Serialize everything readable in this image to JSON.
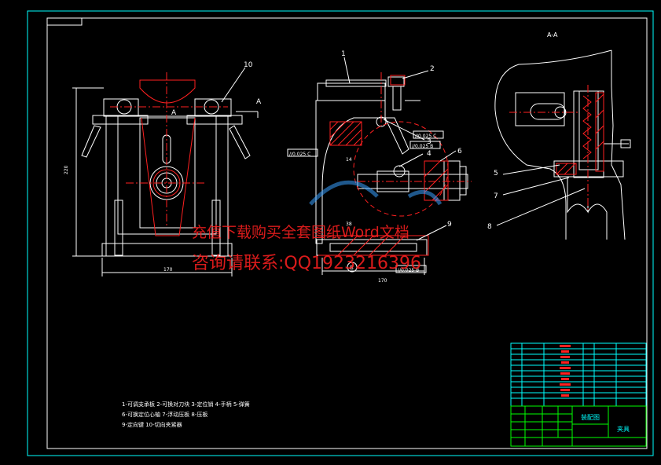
{
  "colors": {
    "background": "#000000",
    "frame": "#00ffff",
    "outline": "#ffffff",
    "centerline": "#ff2020",
    "watermark": "#ff2020",
    "hatch": "#ff2020",
    "title_block": "#00ffff",
    "title_grid": "#00ff00",
    "logo": "#3aa0ff"
  },
  "views": {
    "section_label": "A-A",
    "cut_mark_letter": "A",
    "front_dim_width": "170",
    "front_dim_height": "220",
    "side_dim_width": "170",
    "side_dim_bore": "38",
    "side_dim_pin": "14",
    "datum_b": "B"
  },
  "tolerances": {
    "tol_1": "//0.025 C",
    "tol_2": "//0.025 C",
    "tol_3": "//0.025 B",
    "tol_4": "//0.025 B"
  },
  "balloons": [
    "1",
    "2",
    "3",
    "4",
    "5",
    "6",
    "7",
    "8",
    "9",
    "10"
  ],
  "legend": {
    "line1": "1-可调支承板 2-可换对刀块 3-定位销 4-手柄 5-弹簧",
    "line2": "6-可换定位心轴 7-浮动压板 8-压板",
    "line3": "9-定向键 10-切向夹紧器"
  },
  "watermark": {
    "line1": "充值下载购买全套图纸Word文档",
    "line2": "咨询请联系:QQ1923216396"
  },
  "title_block": {
    "drawing_name": "装配图",
    "product_name": "夹具"
  }
}
